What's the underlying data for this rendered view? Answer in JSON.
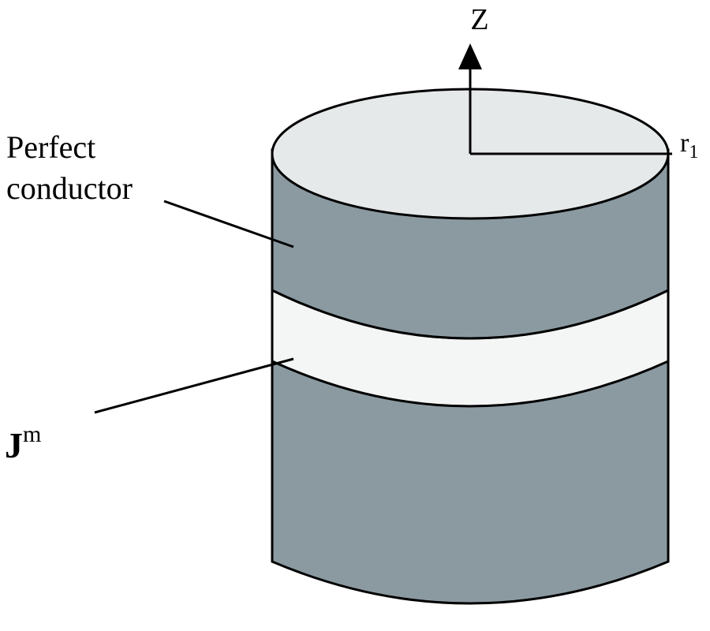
{
  "diagram": {
    "axis_label": "Z",
    "radius_label": "r",
    "radius_subscript": "1",
    "conductor_label_line1": "Perfect",
    "conductor_label_line2": "conductor",
    "current_label_main": "J",
    "current_label_sup": "m"
  },
  "colors": {
    "conductor": "#8b9aa1",
    "top_face": "#e6e9ea",
    "gap_band": "#f4f5f5",
    "outline": "#000000"
  }
}
